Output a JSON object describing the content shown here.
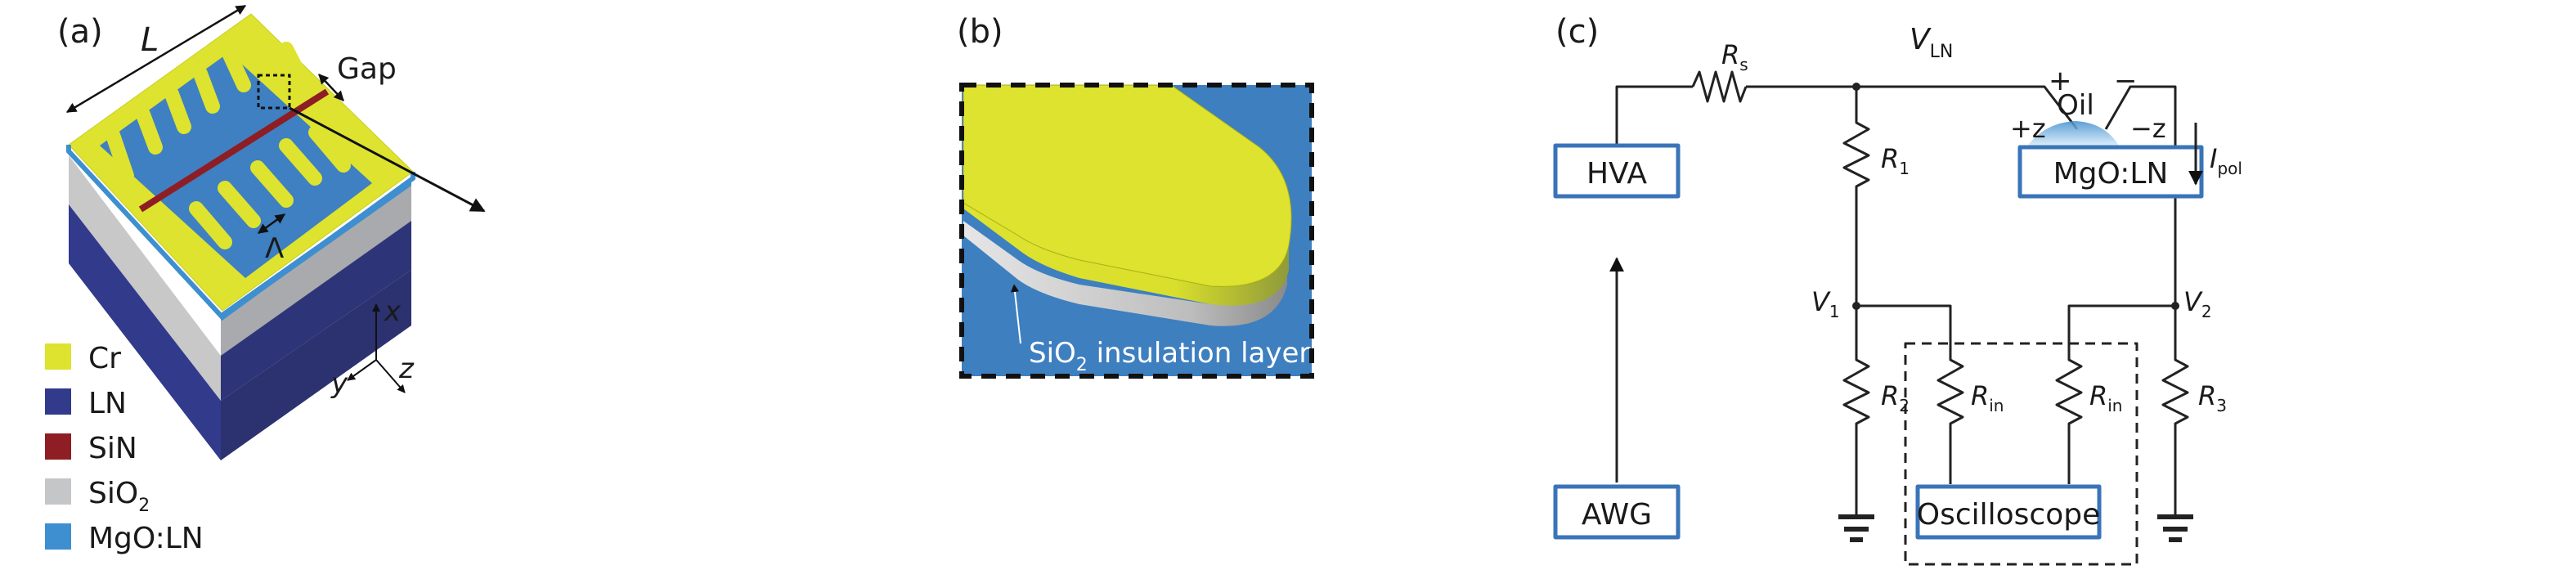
{
  "panels": {
    "a": {
      "label": "(a)",
      "dim_length": "L",
      "dim_gap": "Gap",
      "dim_period": "Λ",
      "axes": {
        "x": "x",
        "y": "y",
        "z": "z"
      },
      "legend": [
        {
          "name": "Cr",
          "sub": "",
          "color": "#dde32e"
        },
        {
          "name": "LN",
          "sub": "",
          "color": "#323a8c"
        },
        {
          "name": "SiN",
          "sub": "",
          "color": "#8e1d24"
        },
        {
          "name": "SiO",
          "sub": "2",
          "color": "#c5c6c8"
        },
        {
          "name": "MgO:LN",
          "sub": "",
          "color": "#3e8fd0"
        }
      ]
    },
    "b": {
      "label": "(b)",
      "annotation_main": "SiO",
      "annotation_sub": "2",
      "annotation_rest": " insulation layer"
    },
    "c": {
      "label": "(c)",
      "boxes": {
        "hva": "HVA",
        "awg": "AWG",
        "sample": "MgO:LN",
        "scope": "Oscilloscope"
      },
      "medium": "Oil",
      "polarity": {
        "plus": "+",
        "minus": "−",
        "plus_z": "+z",
        "minus_z": "−z"
      },
      "resistors": {
        "rs": {
          "main": "R",
          "sub": "s"
        },
        "r1": {
          "main": "R",
          "sub": "1"
        },
        "r2": {
          "main": "R",
          "sub": "2"
        },
        "r3": {
          "main": "R",
          "sub": "3"
        },
        "rin": {
          "main": "R",
          "sub": "in"
        }
      },
      "nodes": {
        "vln": {
          "main": "V",
          "sub": "LN"
        },
        "v1": {
          "main": "V",
          "sub": "1"
        },
        "v2": {
          "main": "V",
          "sub": "2"
        }
      },
      "current": {
        "main": "I",
        "sub": "pol"
      }
    }
  },
  "colors": {
    "cr": "#dde32e",
    "mgoln": "#3e8fd0",
    "ln": "#323a8c",
    "sin": "#8e1d24",
    "sio2": "#c5c6c8",
    "box_border": "#3a74b8"
  }
}
